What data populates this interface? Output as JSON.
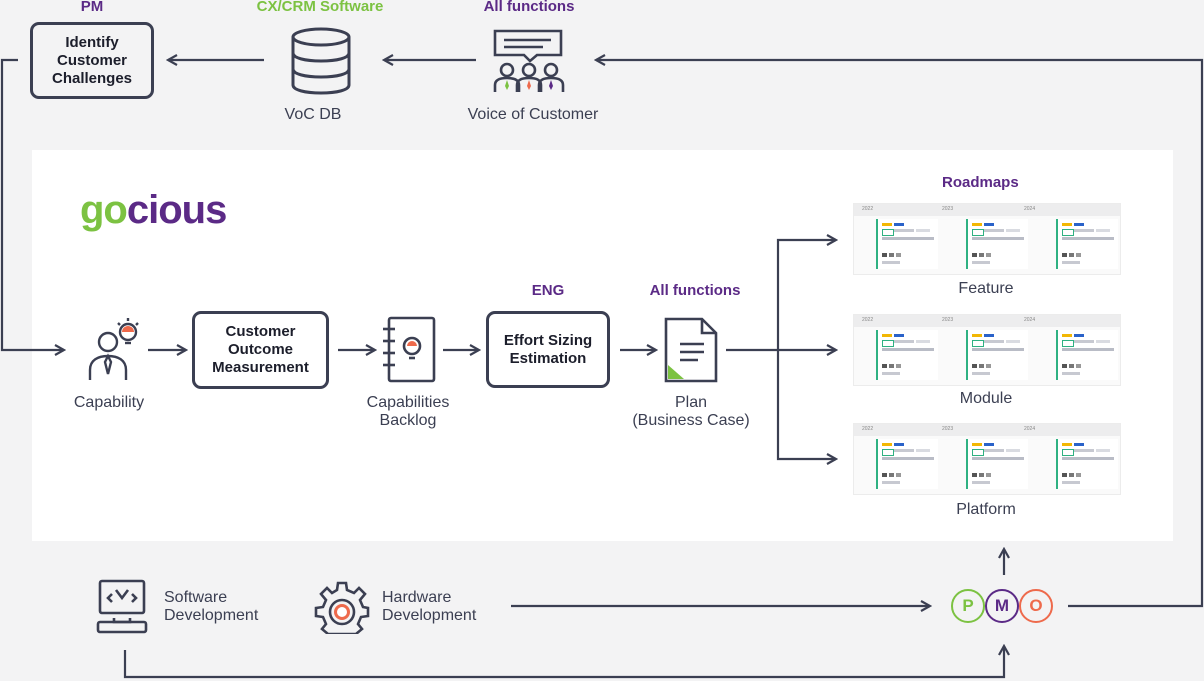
{
  "top": {
    "pm_role": "PM",
    "crm_role": "CX/CRM  Software",
    "voc_role": "All functions",
    "identify_box": "Identify Customer Challenges",
    "voc_db_label": "VoC DB",
    "voice_label": "Voice of Customer"
  },
  "logo": {
    "part1": "go",
    "part2": "cious"
  },
  "flow": {
    "capability_label": "Capability",
    "outcome_box": "Customer Outcome Measurement",
    "backlog_label_1": "Capabilities",
    "backlog_label_2": "Backlog",
    "eng_role": "ENG",
    "effort_box": "Effort Sizing Estimation",
    "plan_role": "All functions",
    "plan_label_1": "Plan",
    "plan_label_2": "(Business Case)"
  },
  "roadmaps": {
    "title": "Roadmaps",
    "years": [
      "2022",
      "2023",
      "2024"
    ],
    "items": [
      "Feature",
      "Module",
      "Platform"
    ]
  },
  "bottom": {
    "software_1": "Software",
    "software_2": "Development",
    "hardware_1": "Hardware",
    "hardware_2": "Development",
    "pmo": [
      "P",
      "M",
      "O"
    ]
  },
  "colors": {
    "ink": "#3b3f52",
    "purple": "#5b2a86",
    "green": "#7cc242",
    "orange": "#ee6a4c"
  }
}
